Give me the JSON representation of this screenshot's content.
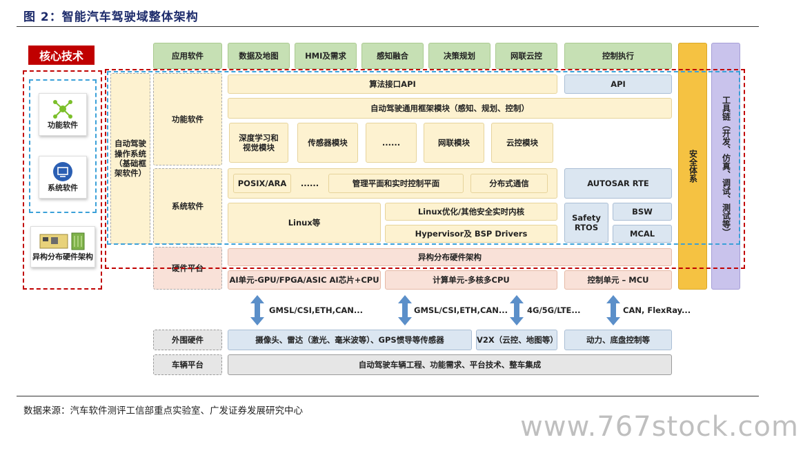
{
  "title": "图 2：智能汽车驾驶域整体架构",
  "core": {
    "label": "核心技术",
    "items": [
      "功能软件",
      "系统软件",
      "异构分布硬件架构"
    ]
  },
  "layers": {
    "app": "应用软件",
    "func": "功能软件",
    "sys": "系统软件",
    "hw": "硬件平台",
    "peripheral": "外围硬件",
    "vehicle": "车辆平台"
  },
  "os_label": "自动驾驶操作系统（基础框架软件）",
  "app_items": [
    "数据及地图",
    "HMI及需求",
    "感知融合",
    "决策规划",
    "网联云控",
    "控制执行"
  ],
  "func": {
    "algo_api": "算法接口API",
    "api": "API",
    "framework": "自动驾驶通用框架模块（感知、规划、控制）",
    "modules": [
      "深度学习和视觉模块",
      "传感器模块",
      "......",
      "网联模块",
      "云控模块"
    ]
  },
  "sys": {
    "posix": "POSIX/ARA",
    "dots": "......",
    "mgmt": "管理平面和实时控制平面",
    "dist": "分布式通信",
    "autosar": "AUTOSAR RTE",
    "linux": "Linux等",
    "linux_opt": "Linux优化/其他安全实时内核",
    "hypervisor": "Hypervisor及 BSP Drivers",
    "safety": "Safety RTOS",
    "bsw": "BSW",
    "mcal": "MCAL"
  },
  "hw": {
    "arch": "异构分布硬件架构",
    "ai": "AI单元-GPU/FPGA/ASIC AI芯片+CPU",
    "compute": "计算单元-多核多CPU",
    "control": "控制单元 – MCU"
  },
  "links": [
    "GMSL/CSI,ETH,CAN...",
    "GMSL/CSI,ETH,CAN...",
    "4G/5G/LTE...",
    "CAN, FlexRay..."
  ],
  "peripheral": {
    "sensors": "摄像头、雷达（激光、毫米波等）、GPS惯导等传感器",
    "v2x": "V2X（云控、地图等）",
    "power": "动力、底盘控制等"
  },
  "vehicle_text": "自动驾驶车辆工程、功能需求、平台技术、整车集成",
  "safety_system": "安全体系",
  "toolchain": "工具链（开发、仿真、调试、测试等）",
  "source": "数据来源：汽车软件测评工信部重点实验室、广发证券发展研究中心",
  "watermark": "www.767stock.com",
  "colors": {
    "green": "#c6e0b4",
    "yellow": "#fdf2d0",
    "blue": "#dbe6f1",
    "pink": "#f9e1d8",
    "safety": "#f5c242",
    "toolchain": "#c9c3ec",
    "red": "#c00000",
    "arrow": "#5b8fc9"
  }
}
